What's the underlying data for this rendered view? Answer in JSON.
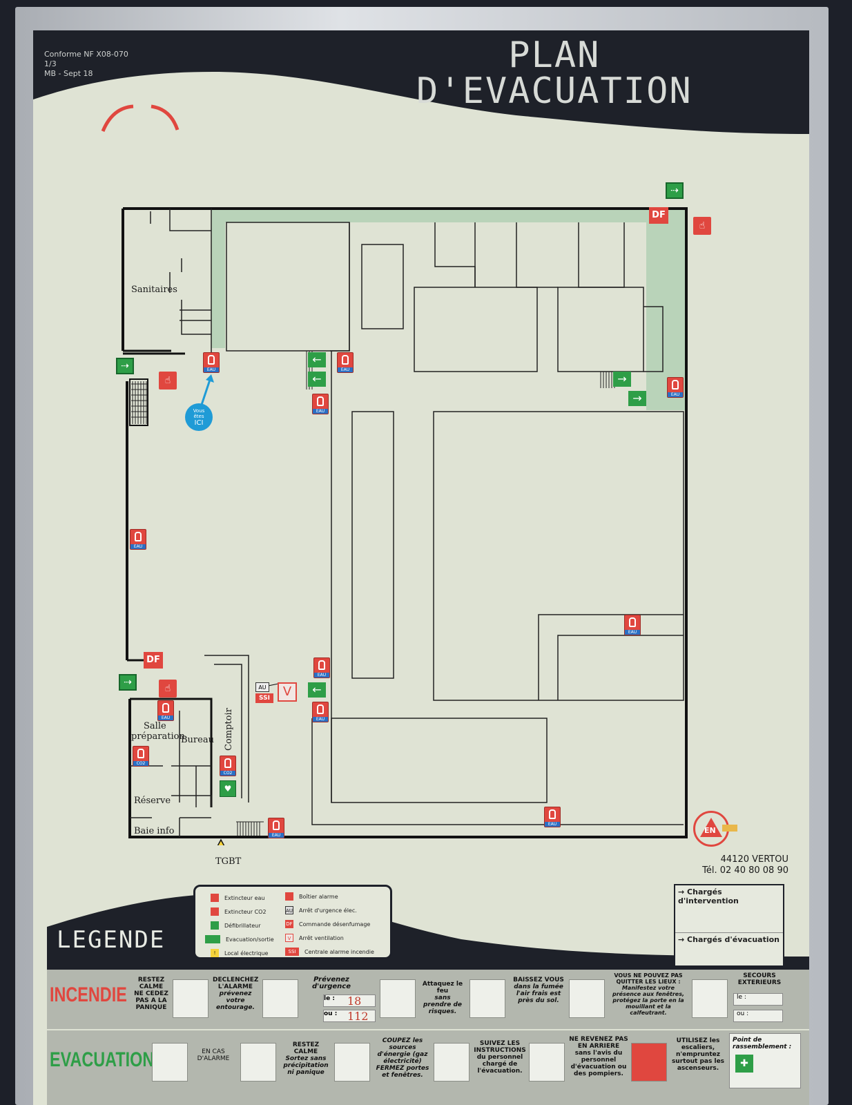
{
  "header": {
    "meta_line1": "Conforme NF X08-070",
    "meta_line2": "1/3",
    "meta_line3": "MB - Sept 18",
    "title_line1": "PLAN",
    "title_line2": "D'EVACUATION"
  },
  "rooms": {
    "sanitaires": "Sanitaires",
    "salle_prep_1": "Salle",
    "salle_prep_2": "préparation",
    "bureau": "Bureau",
    "comptoir": "Comptoir",
    "reserve": "Réserve",
    "baie_info": "Baie info",
    "tgbt": "TGBT"
  },
  "markers": {
    "you_are_here_1": "Vous",
    "you_are_here_2": "êtes",
    "you_are_here_3": "ICI",
    "eau": "EAU",
    "co2": "CO2",
    "df": "DF",
    "au": "AU",
    "ssi": "SSI",
    "v": "V"
  },
  "legend": {
    "title": "LEGENDE",
    "items_left": [
      "Extincteur eau",
      "Extincteur CO2",
      "Défibrillateur",
      "Evacuation/sortie",
      "Local électrique"
    ],
    "items_right": [
      "Boîtier alarme",
      "Arrêt d'urgence élec.",
      "Commande désenfumage",
      "Arrêt ventilation",
      "Centrale alarme incendie"
    ],
    "icons_right": [
      "",
      "AU",
      "DF",
      "V",
      "SSI"
    ]
  },
  "company": {
    "logo_text": "EN",
    "city": "44120 VERTOU",
    "phone": "Tél. 02 40 80 08 90",
    "charges_intervention": "→ Chargés d'intervention",
    "charges_evacuation": "→ Chargés d'évacuation"
  },
  "incendie": {
    "title": "INCENDIE",
    "s1": "RESTEZ CALME NE CEDEZ PAS A LA PANIQUE",
    "s2a": "DECLENCHEZ L'ALARME",
    "s2b": "prévenez votre entourage.",
    "s3a": "Prévenez d'urgence",
    "num_label1": "le :",
    "num1": "18",
    "num_label2": "ou :",
    "num2": "112",
    "s4a": "Attaquez le feu",
    "s4b": "sans prendre de risques.",
    "s5a": "BAISSEZ VOUS",
    "s5b": "dans la fumée l'air frais est près du sol.",
    "s6a": "VOUS NE POUVEZ PAS QUITTER LES LIEUX :",
    "s6b": "Manifestez votre présence aux fenêtres, protégez la porte en la mouillant et la calfeutrant.",
    "s7": "SECOURS EXTERIEURS",
    "s7_le": "le :",
    "s7_ou": "ou :"
  },
  "evacuation": {
    "title": "EVACUATION",
    "s1": "EN CAS D'ALARME",
    "s2a": "RESTEZ CALME",
    "s2b": "Sortez sans précipitation ni panique",
    "s3a": "COUPEZ les sources d'énergie (gaz électricité)",
    "s3b": "FERMEZ portes et fenêtres.",
    "s4": "SUIVEZ LES INSTRUCTIONS du personnel chargé de l'évacuation.",
    "s5": "NE REVENEZ PAS EN ARRIERE sans l'avis du personnel d'évacuation ou des pompiers.",
    "s6": "UTILISEZ les escaliers, n'empruntez surtout pas les ascenseurs.",
    "s7": "Point de rassemblement :"
  },
  "colors": {
    "red": "#e0473f",
    "green": "#2e9e47",
    "corridor": "#b9d3b9",
    "blue": "#1f9bd6"
  }
}
